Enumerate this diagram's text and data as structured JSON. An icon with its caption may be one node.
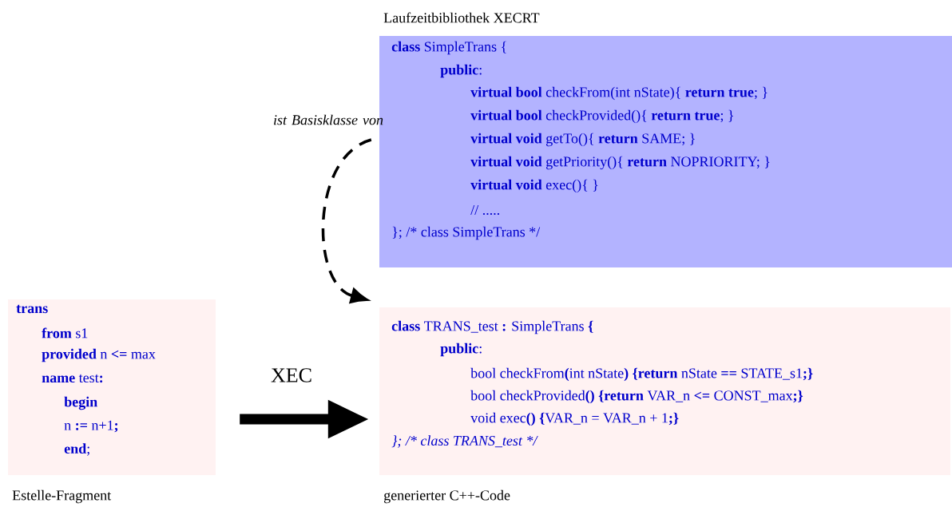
{
  "diagram": {
    "nodes": [
      {
        "text": [
          "Laufzeitbibliothek XECRT",
          "**class** SimpleTrans {",
          "**public**:",
          "**virtual bool** checkFrom(int nState){ **return true**; }",
          "**virtual bool** checkProvided(){ **return true**; }",
          "**virtual void** getTo(){ **return** SAME; }",
          "**virtual void** getPriority(){ **return** NOPRIORITY; }",
          "**virtual void** exec(){ }",
          "// .....",
          "};  /* class SimpleTrans */"
        ]
      },
      {
        "text": [
          "**trans**",
          "**from** s1",
          "**provided** n **<=** max",
          "**name** test**:**",
          "**begin**",
          "n **:=** n+1**;**",
          "**end**;",
          "Estelle-Fragment"
        ]
      },
      {
        "text": [
          "**class** TRANS_test **:** SimpleTrans **{**",
          "**public**:",
          "bool checkFrom**(**int nState**)**  **{return** nState **==** STATE_s1**;}**",
          "bool checkProvided**()**   **{return** VAR_n **<=** CONST_max**;}**",
          "void exec**()** **{**VAR_n = VAR_n + 1**;}**",
          "};  /* class TRANS_test */",
          "generierter C++-Code"
        ]
      }
    ],
    "edges": [
      {
        "from": 0,
        "to": 2,
        "arrow": "to",
        "label": "ist Basisklasse von",
        "style": "dashed"
      },
      {
        "from": 1,
        "to": 2,
        "arrow": "to",
        "label": "XEC",
        "style": "thick"
      }
    ]
  }
}
